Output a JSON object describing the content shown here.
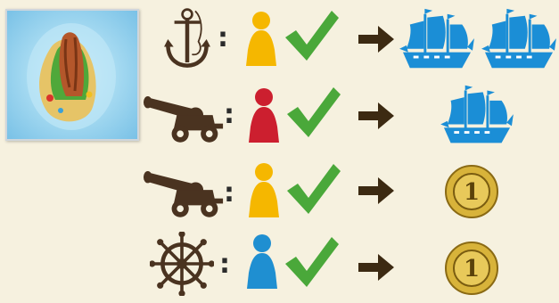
{
  "colors": {
    "background": "#f6f1df",
    "icon_brown": "#4a3320",
    "pawn_yellow": "#f5b700",
    "pawn_red": "#cc1f2f",
    "pawn_blue": "#1f8fd1",
    "check_green": "#4aa83a",
    "ship_blue": "#1b8ed6",
    "coin_gold": "#d8b33a"
  },
  "separator": ":",
  "rules": [
    {
      "condition_icon": "anchor-icon",
      "pawn_color": "yellow",
      "reward_icon": "ship-icon",
      "reward_count": 2
    },
    {
      "condition_icon": "cannon-icon",
      "pawn_color": "red",
      "reward_icon": "ship-icon",
      "reward_count": 1
    },
    {
      "condition_icon": "cannon-icon",
      "pawn_color": "yellow",
      "reward_icon": "coin-icon",
      "reward_count": 1
    },
    {
      "condition_icon": "ships-wheel-icon",
      "pawn_color": "blue",
      "reward_icon": "coin-icon",
      "reward_count": 1
    }
  ],
  "coin_value": "1"
}
